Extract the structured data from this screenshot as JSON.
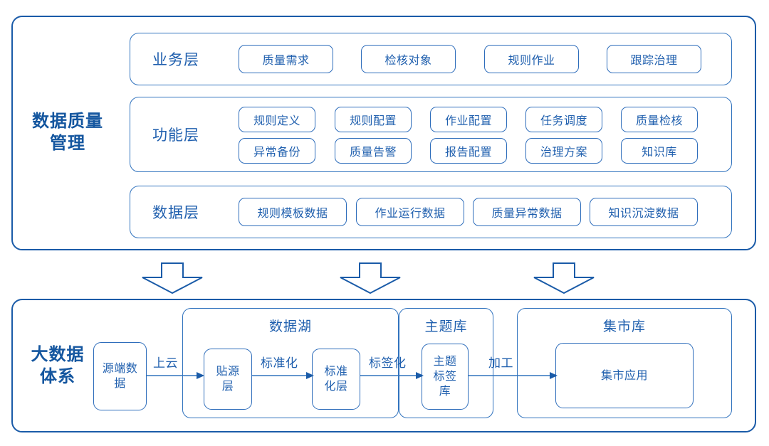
{
  "colors": {
    "outline_dark": "#1A5BA8",
    "outline": "#3173BE",
    "chip_border": "#2E6DBB",
    "text": "#1F5FAE",
    "title": "#14569F"
  },
  "quality_section": {
    "title_line1": "数据质量",
    "title_line2": "管理",
    "rows": [
      {
        "label": "业务层",
        "items_row1": [
          "质量需求",
          "检核对象",
          "规则作业",
          "跟踪治理"
        ],
        "items_row2": []
      },
      {
        "label": "功能层",
        "items_row1": [
          "规则定义",
          "规则配置",
          "作业配置",
          "任务调度",
          "质量检核"
        ],
        "items_row2": [
          "异常备份",
          "质量告警",
          "报告配置",
          "治理方案",
          "知识库"
        ]
      },
      {
        "label": "数据层",
        "items_row1": [
          "规则模板数据",
          "作业运行数据",
          "质量异常数据",
          "知识沉淀数据"
        ],
        "items_row2": []
      }
    ]
  },
  "connectors": {
    "down_arrow_icon": "down-block-arrow",
    "count": 3
  },
  "bigdata_section": {
    "title_line1": "大数据",
    "title_line2": "体系",
    "source_node": "源端数据",
    "groups": [
      {
        "title": "数据湖",
        "nodes": [
          "贴源层",
          "标准化层"
        ]
      },
      {
        "title": "主题库",
        "nodes": [
          "主题标签库"
        ]
      },
      {
        "title": "集市库",
        "nodes": [
          "集市应用"
        ]
      }
    ],
    "edge_labels": [
      "上云",
      "标准化",
      "标签化",
      "加工"
    ]
  }
}
